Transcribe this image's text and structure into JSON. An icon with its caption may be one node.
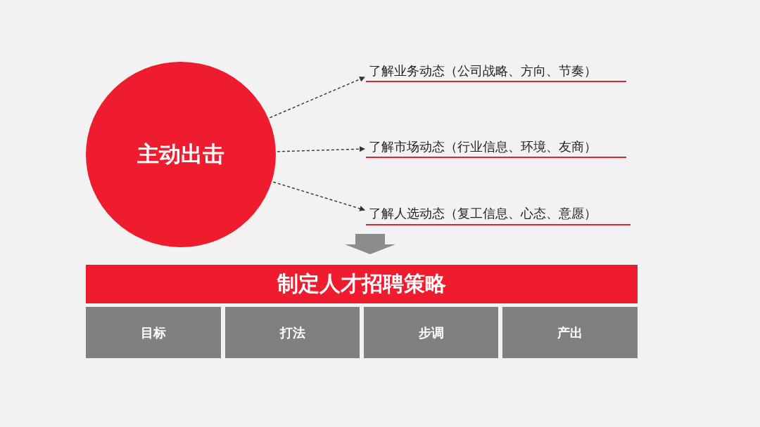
{
  "diagram": {
    "nodes": [
      {
        "text": [
          "主动出击"
        ]
      },
      {
        "text": [
          "了解业务动态（公司战略、方向、节奏）"
        ]
      },
      {
        "text": [
          "了解市场动态（行业信息、环境、友商）"
        ]
      },
      {
        "text": [
          "了解人选动态（复工信息、心态、意愿）"
        ]
      },
      {
        "text": [
          "制定人才招聘策略"
        ]
      },
      {
        "text": [
          "目标"
        ]
      },
      {
        "text": [
          "打法"
        ]
      },
      {
        "text": [
          "步调"
        ]
      },
      {
        "text": [
          "产出"
        ]
      }
    ],
    "edges": [
      {
        "from": 0,
        "to": 1,
        "arrow": "to",
        "style": "dashed"
      },
      {
        "from": 0,
        "to": 2,
        "arrow": "to",
        "style": "dashed"
      },
      {
        "from": 0,
        "to": 3,
        "arrow": "to",
        "style": "dashed"
      },
      {
        "from": null,
        "to": 4,
        "arrow": "to",
        "style": "thick",
        "color": "#8c8c8c"
      }
    ]
  }
}
